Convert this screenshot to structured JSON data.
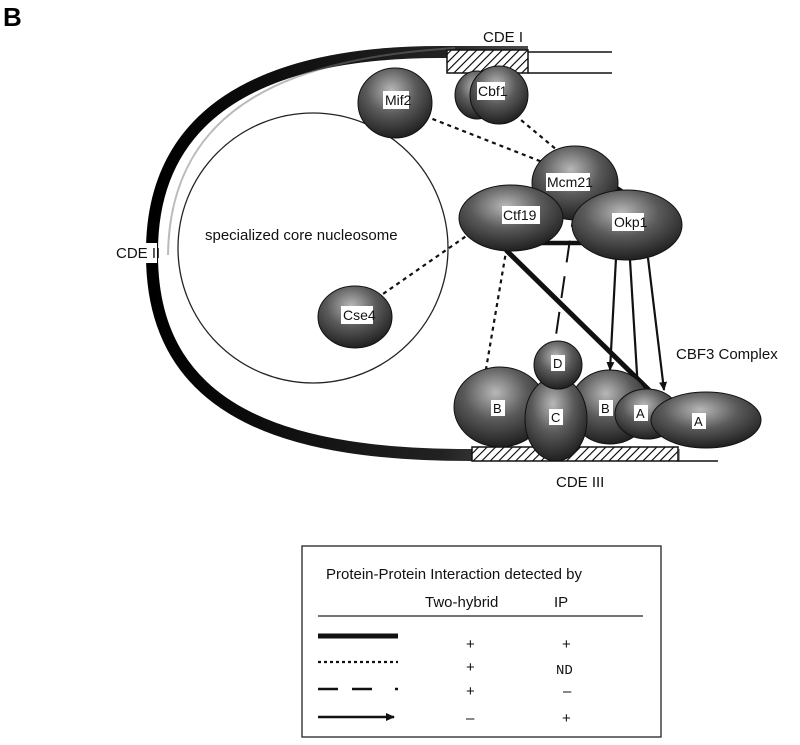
{
  "panel_label": "B",
  "dna": {
    "cde1": "CDE I",
    "cde2": "CDE II",
    "cde3": "CDE III"
  },
  "nucleosome_label": "specialized core nucleosome",
  "proteins": {
    "mif2": "Mif2",
    "cbf1": "Cbf1",
    "mcm21": "Mcm21",
    "ctf19": "Ctf19",
    "okp1": "Okp1",
    "cse4": "Cse4",
    "b1": "B",
    "c": "C",
    "d": "D",
    "b2": "B",
    "a1": "A",
    "a2": "A"
  },
  "complex_label": "CBF3 Complex",
  "legend": {
    "title": "Protein-Protein Interaction detected by",
    "col_two_hybrid": "Two-hybrid",
    "col_ip": "IP",
    "rows": [
      {
        "line": "solid",
        "two_hybrid": "+",
        "ip": "+"
      },
      {
        "line": "dotted",
        "two_hybrid": "+",
        "ip": "ND"
      },
      {
        "line": "dashed",
        "two_hybrid": "+",
        "ip": "–"
      },
      {
        "line": "arrow",
        "two_hybrid": "–",
        "ip": "+"
      }
    ]
  },
  "colors": {
    "protein_dark": "#1a1a1a",
    "protein_light": "#9a9a9a",
    "ink": "#111111",
    "background": "#ffffff"
  }
}
